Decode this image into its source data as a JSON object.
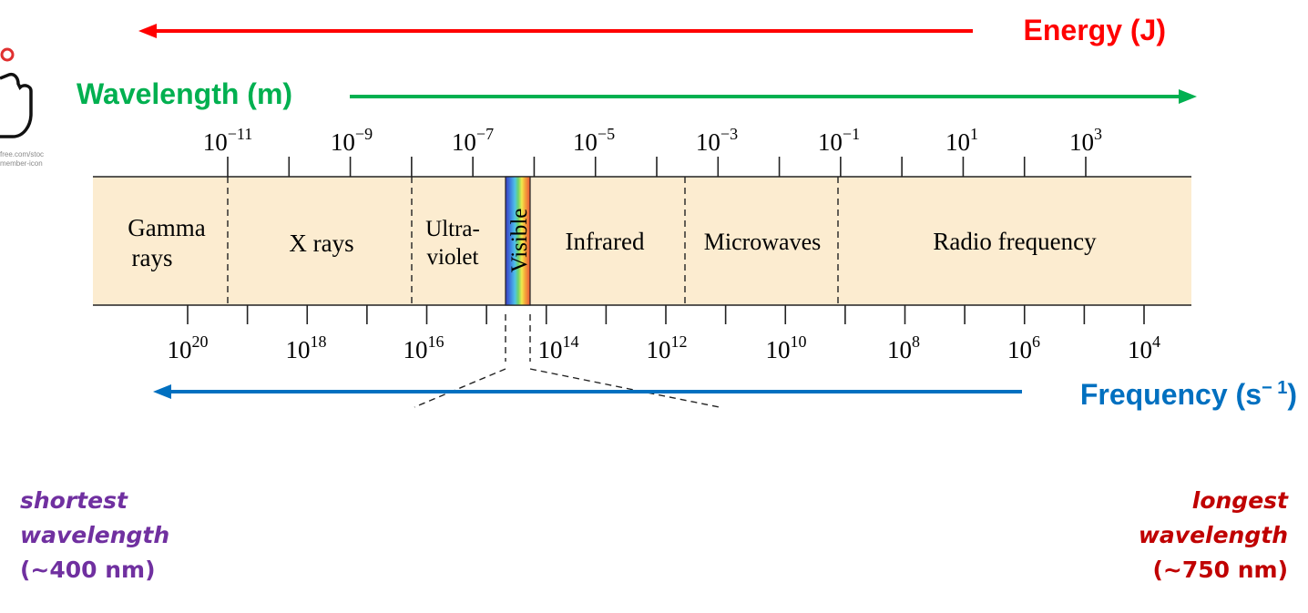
{
  "diagram": {
    "energy": {
      "label": "Energy (J)",
      "color": "#ff0000"
    },
    "wavelength": {
      "label": "Wavelength (m)",
      "color": "#00b050",
      "ticks": [
        {
          "base": "10",
          "exp": "−11"
        },
        {
          "base": "10",
          "exp": "−9"
        },
        {
          "base": "10",
          "exp": "−7"
        },
        {
          "base": "10",
          "exp": "−5"
        },
        {
          "base": "10",
          "exp": "−3"
        },
        {
          "base": "10",
          "exp": "−1"
        },
        {
          "base": "10",
          "exp": "1"
        },
        {
          "base": "10",
          "exp": "3"
        }
      ]
    },
    "frequency": {
      "label": "Frequency (s",
      "label_exp": "− 1",
      "label_close": ")",
      "color": "#0070c0",
      "ticks": [
        {
          "base": "10",
          "exp": "20"
        },
        {
          "base": "10",
          "exp": "18"
        },
        {
          "base": "10",
          "exp": "16"
        },
        {
          "base": "10",
          "exp": "14"
        },
        {
          "base": "10",
          "exp": "12"
        },
        {
          "base": "10",
          "exp": "10"
        },
        {
          "base": "10",
          "exp": "8"
        },
        {
          "base": "10",
          "exp": "6"
        },
        {
          "base": "10",
          "exp": "4"
        }
      ]
    },
    "regions": {
      "gamma": [
        "Gamma",
        "rays"
      ],
      "xray": "X rays",
      "uv": [
        "Ultra-",
        "violet"
      ],
      "visible": "Visible",
      "infrared": "Infrared",
      "microwaves": "Microwaves",
      "radio": "Radio frequency"
    },
    "band_color": "#fcecd0",
    "icon_caption": [
      "free.com/stoc",
      "member-icon"
    ]
  },
  "notes": {
    "left": {
      "line1": "shortest",
      "line2": "wavelength",
      "line3": "(~400 nm)",
      "color": "#7030a0"
    },
    "right": {
      "line1": "longest",
      "line2": "wavelength",
      "line3": "(~750 nm)",
      "color": "#c00000"
    }
  }
}
